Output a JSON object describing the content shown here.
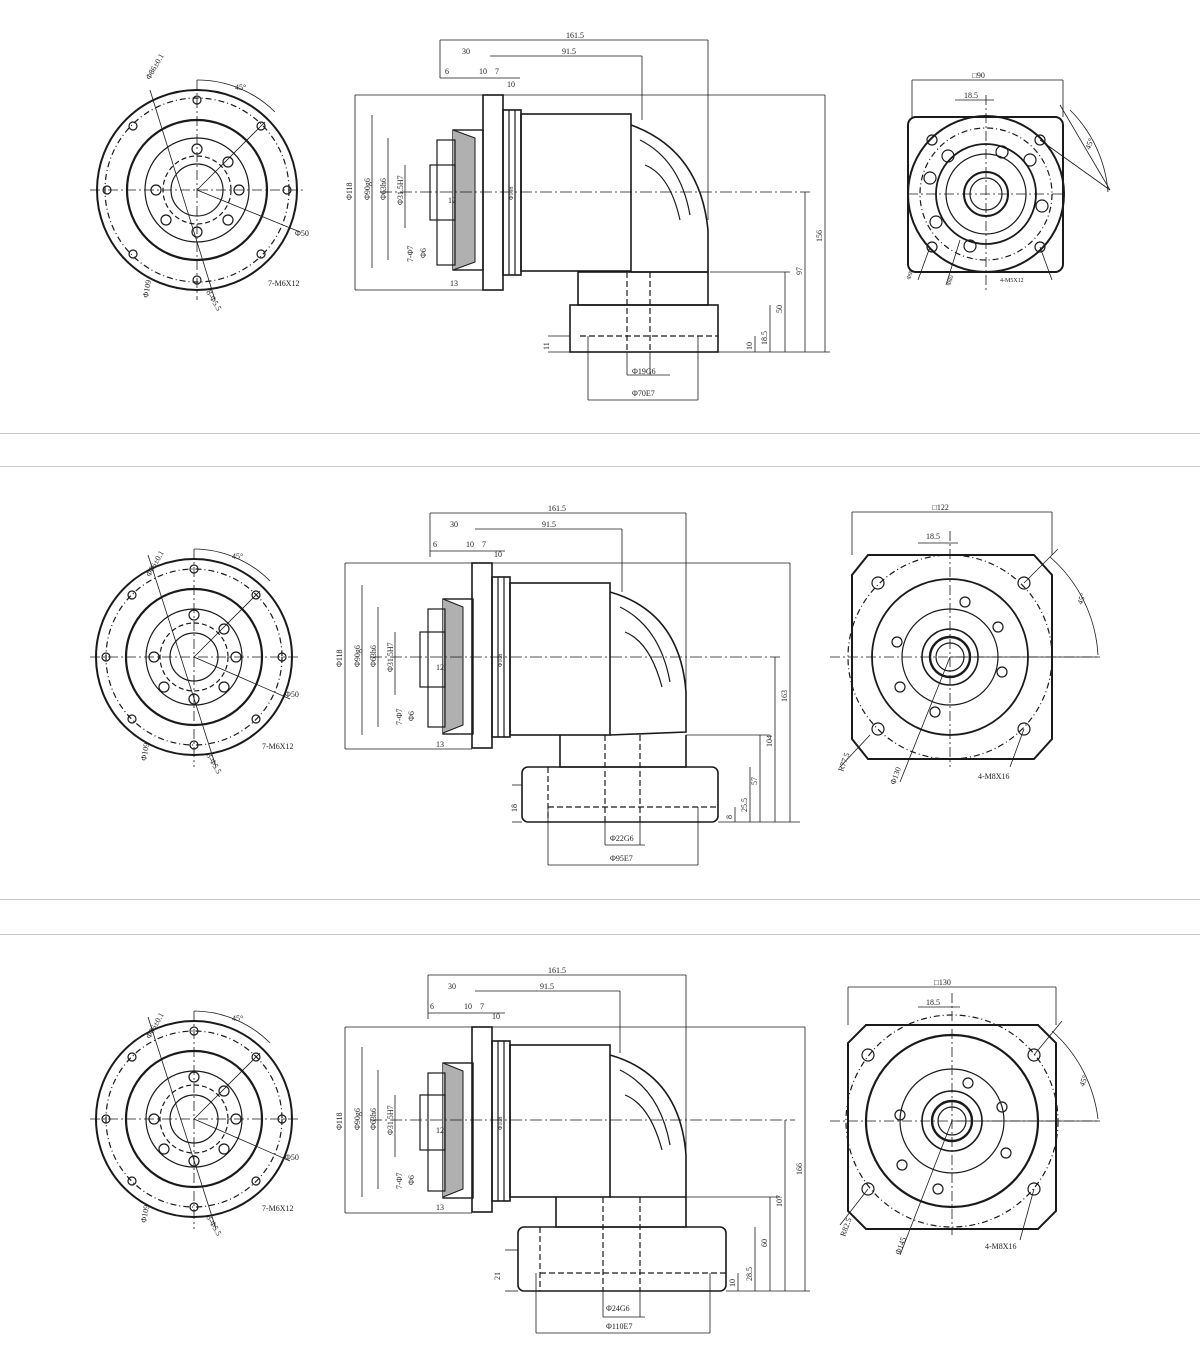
{
  "drawing_sheets": [
    {
      "id": "sheet-1",
      "top_flange": {
        "bolt_circle_label": "Φ86±0.1",
        "angle_label": "45°",
        "pcd_label": "Φ50",
        "tapped_label": "7-M6X12",
        "od_label": "Φ109",
        "hole_label": "8-Φ5.5"
      },
      "side_view": {
        "overall_length": "161.5",
        "offset_30": "30",
        "dim_91_5": "91.5",
        "dim_6": "6",
        "dim_10a": "10",
        "dim_7": "7",
        "dim_10b": "10",
        "dia_118": "Φ118",
        "dia_90": "Φ90g6",
        "dia_63": "Φ63h6",
        "dia_31": "Φ31.5H7",
        "dim_12": "12",
        "thread_label": "7-Φ7",
        "dia_m6": "Φ6",
        "dim_13": "13",
        "height_total": "156",
        "height_mid": "97",
        "height_50": "50",
        "height_18_5": "18.5",
        "height_10": "10",
        "dim_11": "11",
        "shaft_dia": "Φ19G6",
        "pilot_dia": "Φ70E7",
        "hidden_dim": "Φ108"
      },
      "end_view": {
        "square": "□90",
        "key_width": "18.5",
        "angle": "45°",
        "outer_label": "Φ98",
        "pcd": "Φ80",
        "tapped": "4-M5X12"
      }
    },
    {
      "id": "sheet-2",
      "top_flange": {
        "bolt_circle_label": "Φ86±0.1",
        "angle_label": "45°",
        "pcd_label": "Φ50",
        "tapped_label": "7-M6X12",
        "od_label": "Φ109",
        "hole_label": "8-Φ5.5"
      },
      "side_view": {
        "overall_length": "161.5",
        "offset_30": "30",
        "dim_91_5": "91.5",
        "dim_6": "6",
        "dim_10a": "10",
        "dim_7": "7",
        "dim_10b": "10",
        "dia_118": "Φ118",
        "dia_90": "Φ90g6",
        "dia_63": "Φ63h6",
        "dia_31": "Φ31.5H7",
        "dim_12": "12",
        "thread_label": "7-Φ7",
        "dia_m6": "Φ6",
        "dim_13": "13",
        "height_total": "163",
        "height_mid": "104",
        "height_50": "57",
        "height_18_5": "25.5",
        "height_10": "8",
        "dim_11": "18",
        "shaft_dia": "Φ22G6",
        "pilot_dia": "Φ95E7",
        "hidden_dim": "Φ108"
      },
      "end_view": {
        "square": "□122",
        "key_width": "18.5",
        "angle": "45°",
        "outer_label": "R77.5",
        "pcd": "Φ130",
        "tapped": "4-M8X16"
      }
    },
    {
      "id": "sheet-3",
      "top_flange": {
        "bolt_circle_label": "Φ86±0.1",
        "angle_label": "45°",
        "pcd_label": "Φ50",
        "tapped_label": "7-M6X12",
        "od_label": "Φ109",
        "hole_label": "8-Φ5.5"
      },
      "side_view": {
        "overall_length": "161.5",
        "offset_30": "30",
        "dim_91_5": "91.5",
        "dim_6": "6",
        "dim_10a": "10",
        "dim_7": "7",
        "dim_10b": "10",
        "dia_118": "Φ118",
        "dia_90": "Φ90g6",
        "dia_63": "Φ63h6",
        "dia_31": "Φ31.5H7",
        "dim_12": "12",
        "thread_label": "7-Φ7",
        "dia_m6": "Φ6",
        "dim_13": "13",
        "height_total": "166",
        "height_mid": "107",
        "height_50": "60",
        "height_18_5": "28.5",
        "height_10": "10",
        "dim_11": "21",
        "shaft_dia": "Φ24G6",
        "pilot_dia": "Φ110E7",
        "hidden_dim": "Φ108"
      },
      "end_view": {
        "square": "□130",
        "key_width": "18.5",
        "angle": "45°",
        "outer_label": "R82.5",
        "pcd": "Φ145",
        "tapped": "4-M8X16"
      }
    }
  ],
  "colors": {
    "line": "#1a1a1a",
    "hatch": "#555555",
    "border": "#c9c9c9",
    "background": "#ffffff"
  }
}
